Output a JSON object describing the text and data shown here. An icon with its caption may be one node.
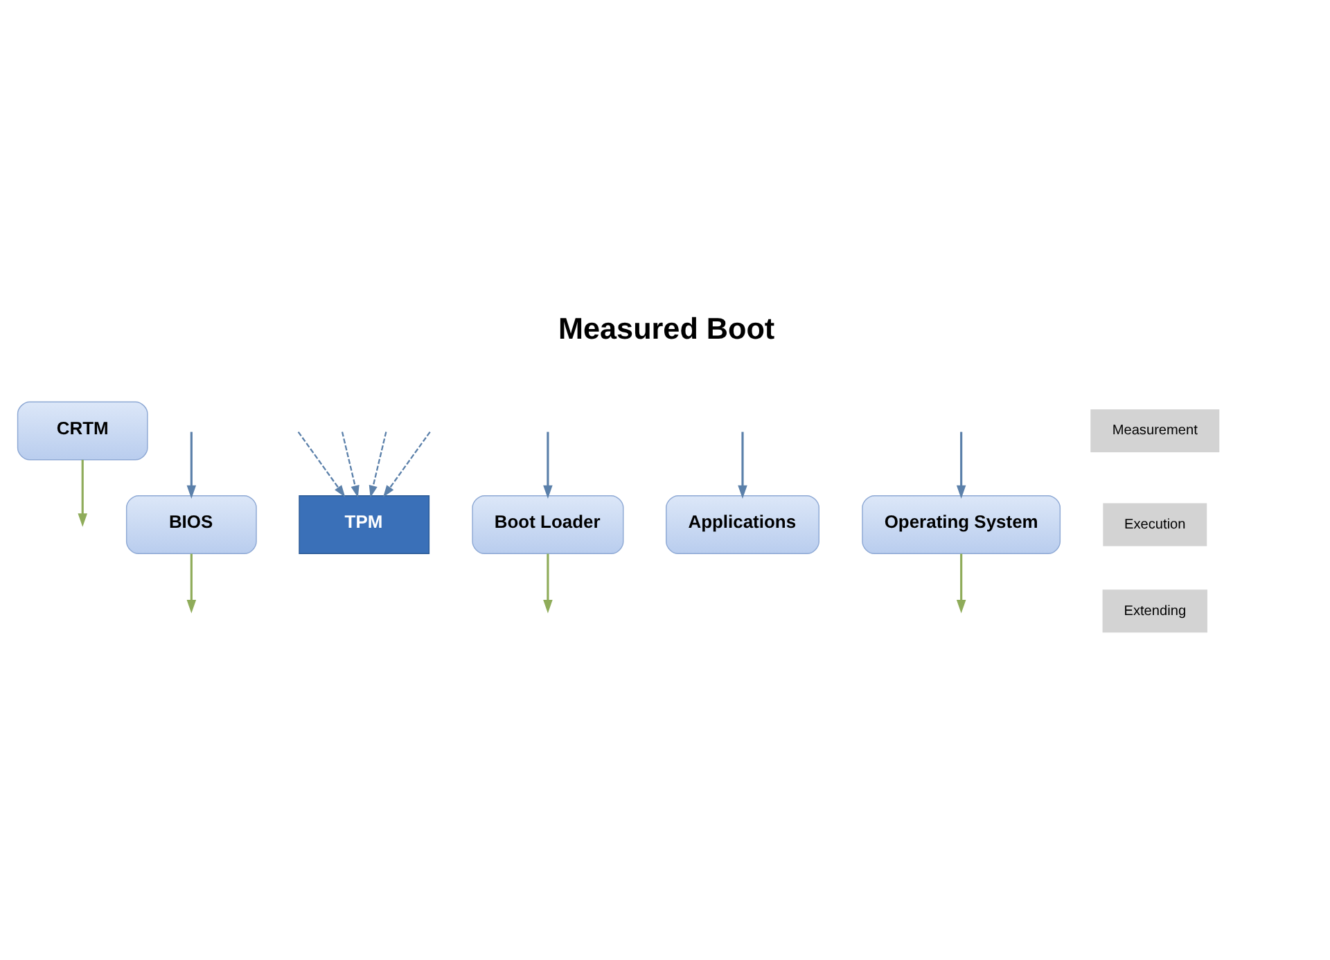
{
  "diagram": {
    "title": "Measured Boot",
    "nodes": [
      {
        "text": [
          "CRTM"
        ]
      },
      {
        "text": [
          "BIOS"
        ]
      },
      {
        "text": [
          "TPM"
        ]
      },
      {
        "text": [
          "Boot Loader"
        ]
      },
      {
        "text": [
          "Applications"
        ]
      },
      {
        "text": [
          "Operating System"
        ]
      }
    ],
    "edges": [
      {
        "from": 0,
        "to": null,
        "arrow": "to",
        "color": "#8fac5a"
      },
      {
        "from": null,
        "to": 1,
        "arrow": "to"
      },
      {
        "from": null,
        "to": 2,
        "arrow": "to",
        "style": "dashed"
      },
      {
        "from": 1,
        "to": null,
        "arrow": "to",
        "color": "#8fac5a"
      },
      {
        "from": null,
        "to": 3,
        "arrow": "to"
      },
      {
        "from": null,
        "to": 2,
        "arrow": "to",
        "style": "dashed"
      },
      {
        "from": 3,
        "to": null,
        "arrow": "to",
        "color": "#8fac5a"
      },
      {
        "from": null,
        "to": 5,
        "arrow": "to"
      },
      {
        "from": null,
        "to": 2,
        "arrow": "to",
        "style": "dashed"
      },
      {
        "from": 5,
        "to": null,
        "arrow": "to",
        "color": "#8fac5a"
      },
      {
        "from": null,
        "to": 4,
        "arrow": "to"
      },
      {
        "from": null,
        "to": 2,
        "arrow": "to",
        "style": "dashed"
      }
    ],
    "legend": [
      {
        "text": "Measurement"
      },
      {
        "text": "Execution"
      },
      {
        "text": "Extending"
      }
    ]
  }
}
